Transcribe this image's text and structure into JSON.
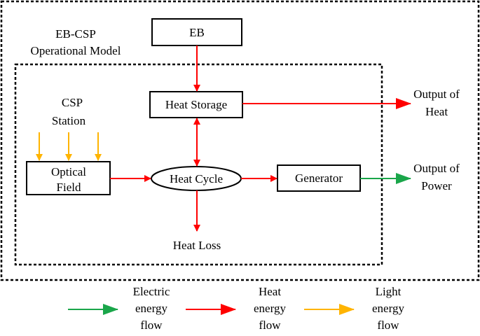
{
  "title_line1": "EB-CSP",
  "title_line2": "Operational Model",
  "csp_line1": "CSP",
  "csp_line2": "Station",
  "eb": "EB",
  "heat_storage": "Heat Storage",
  "optical_line1": "Optical",
  "optical_line2": "Field",
  "heat_cycle": "Heat Cycle",
  "generator": "Generator",
  "heat_loss": "Heat Loss",
  "output_heat_line1": "Output of",
  "output_heat_line2": "Heat",
  "output_power_line1": "Output of",
  "output_power_line2": "Power",
  "legend": {
    "electric": [
      "Electric",
      "energy",
      "flow"
    ],
    "heat": [
      "Heat",
      "energy",
      "flow"
    ],
    "light": [
      "Light",
      "energy",
      "flow"
    ]
  },
  "colors": {
    "electric": "#1aa64a",
    "heat": "#ff0000",
    "light": "#ffb400"
  }
}
